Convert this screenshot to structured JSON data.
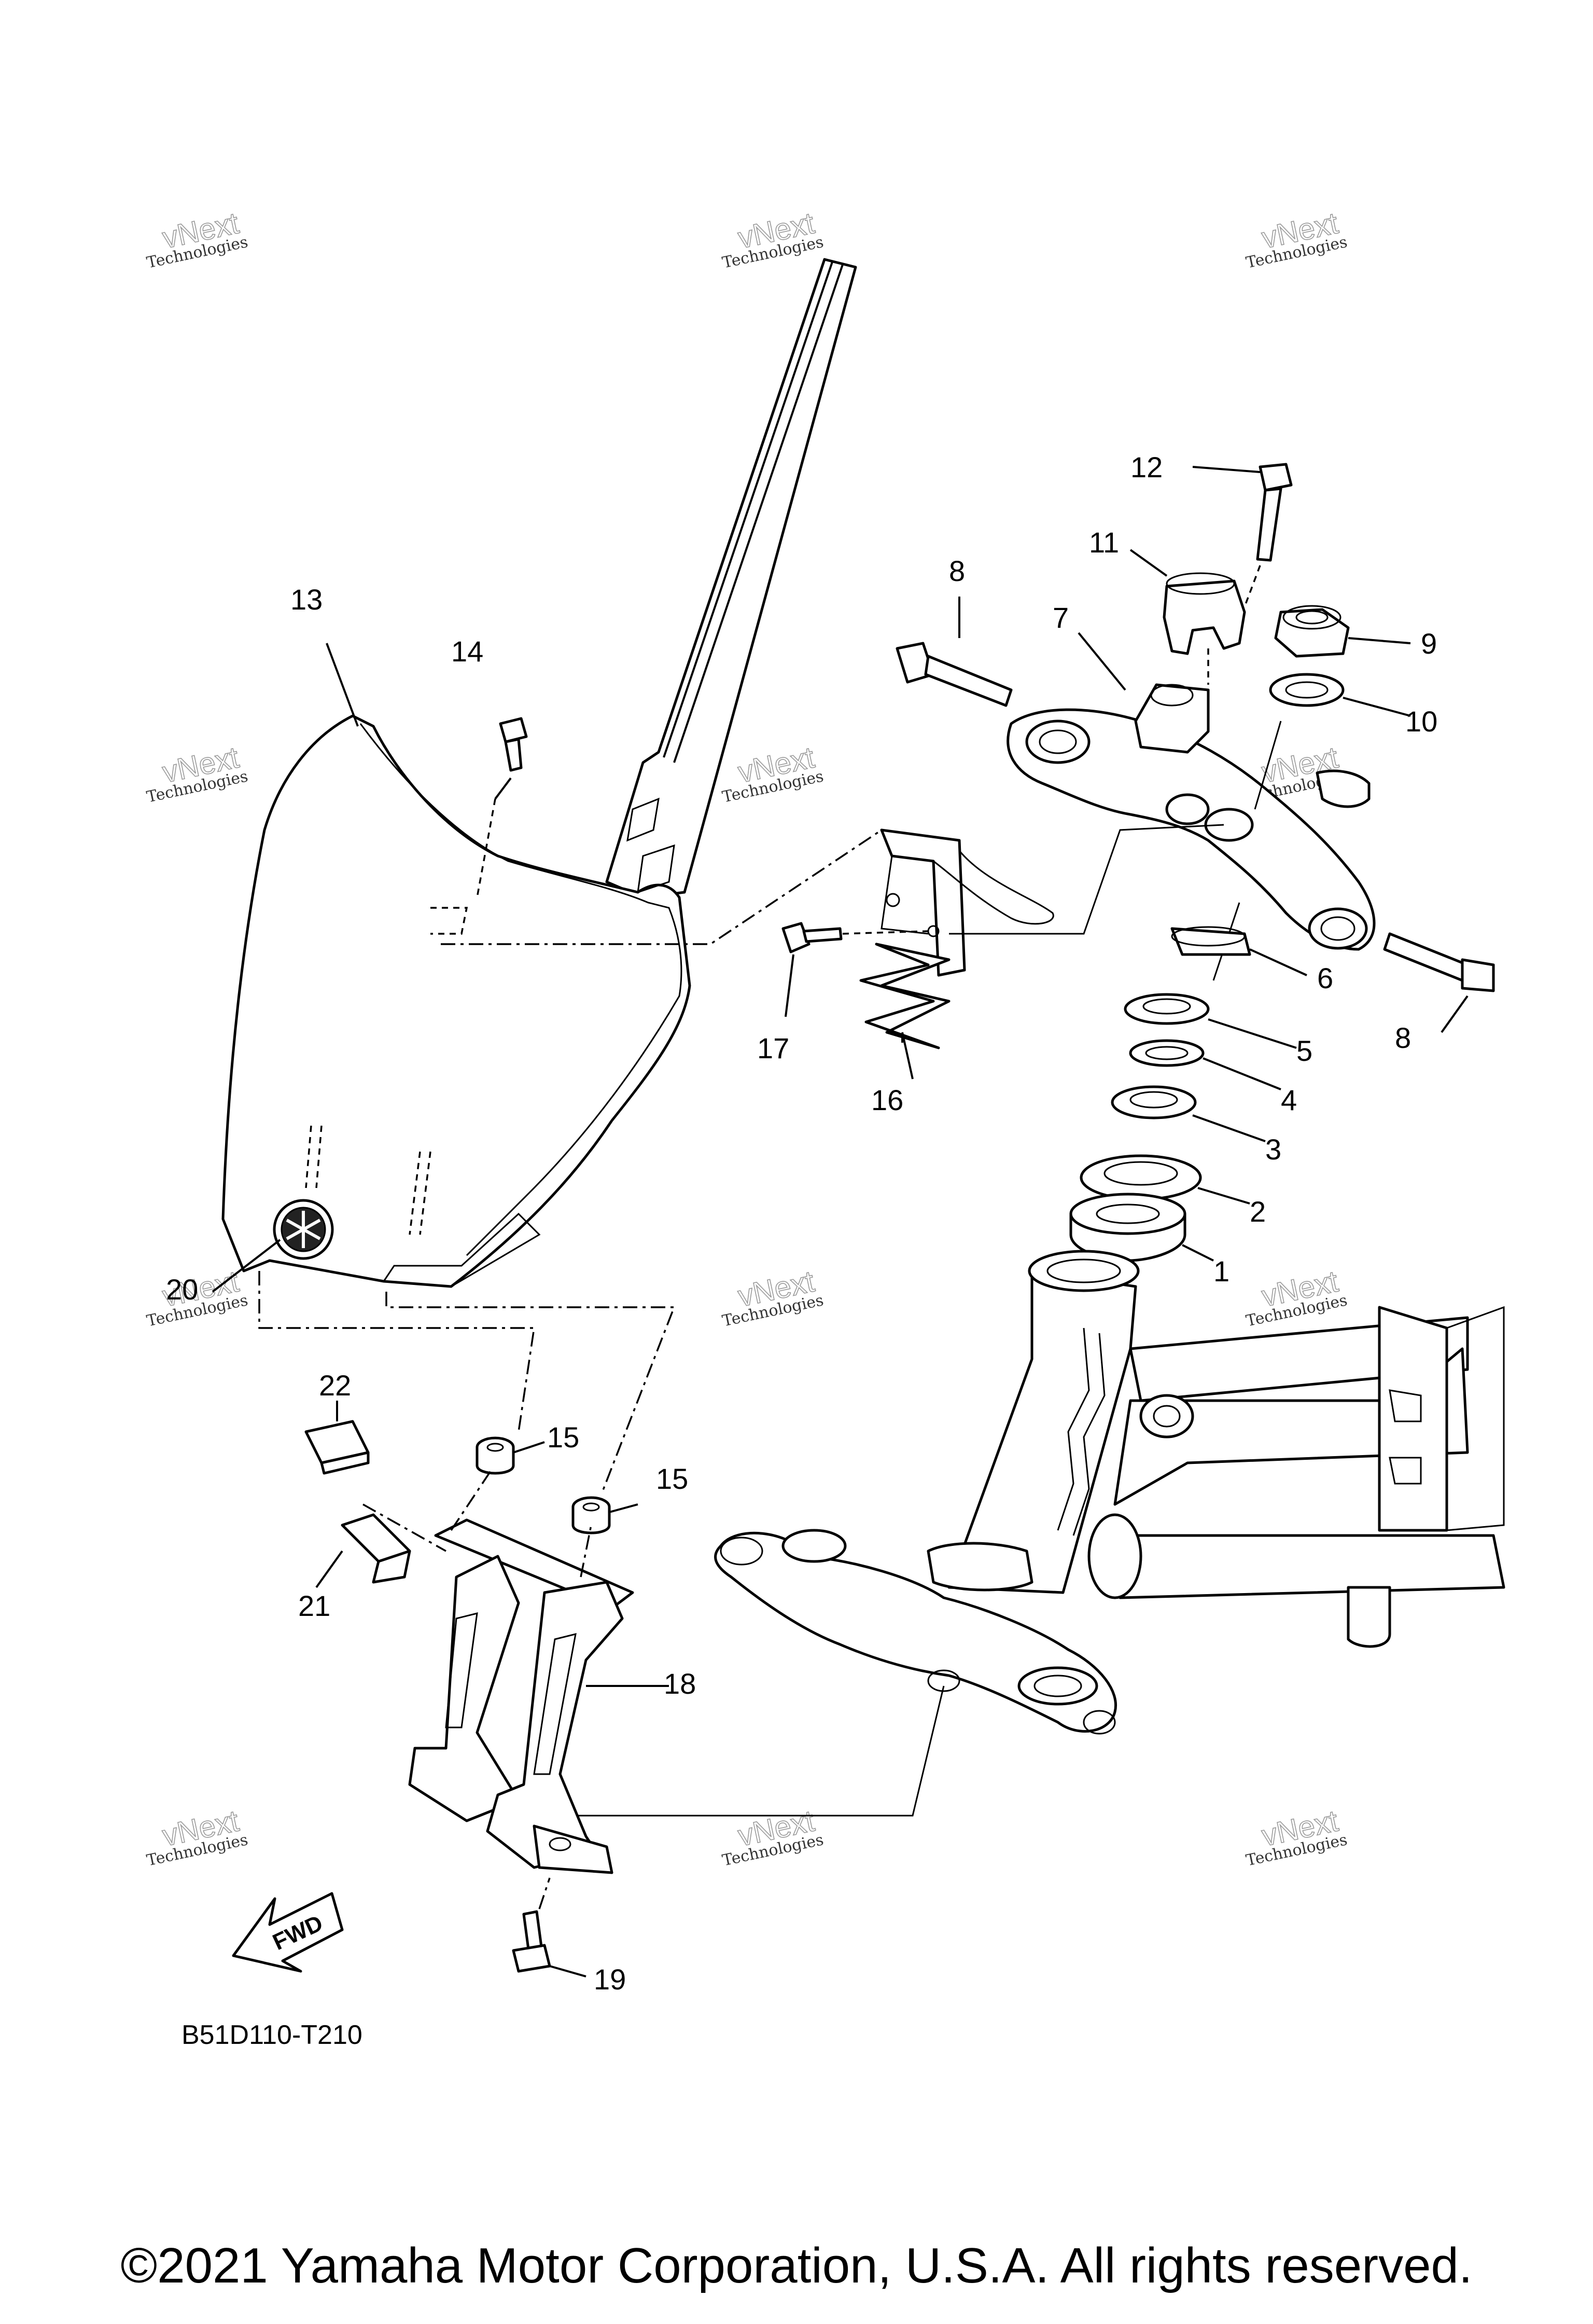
{
  "diagram": {
    "callouts": [
      {
        "id": "c1",
        "text": "1"
      },
      {
        "id": "c2",
        "text": "2"
      },
      {
        "id": "c3",
        "text": "3"
      },
      {
        "id": "c4",
        "text": "4"
      },
      {
        "id": "c5",
        "text": "5"
      },
      {
        "id": "c6",
        "text": "6"
      },
      {
        "id": "c7",
        "text": "7"
      },
      {
        "id": "c8a",
        "text": "8"
      },
      {
        "id": "c8b",
        "text": "8"
      },
      {
        "id": "c9",
        "text": "9"
      },
      {
        "id": "c10",
        "text": "10"
      },
      {
        "id": "c11",
        "text": "11"
      },
      {
        "id": "c12",
        "text": "12"
      },
      {
        "id": "c13",
        "text": "13"
      },
      {
        "id": "c14",
        "text": "14"
      },
      {
        "id": "c15a",
        "text": "15"
      },
      {
        "id": "c15b",
        "text": "15"
      },
      {
        "id": "c16",
        "text": "16"
      },
      {
        "id": "c17",
        "text": "17"
      },
      {
        "id": "c18",
        "text": "18"
      },
      {
        "id": "c19",
        "text": "19"
      },
      {
        "id": "c20",
        "text": "20"
      },
      {
        "id": "c21",
        "text": "21"
      },
      {
        "id": "c22",
        "text": "22"
      }
    ],
    "fwd_label": "FWD",
    "diagram_code": "B51D110-T210",
    "watermark_line1": "vNext",
    "watermark_line2": "Technologies",
    "copyright": "©2021 Yamaha Motor Corporation, U.S.A. All rights reserved."
  }
}
